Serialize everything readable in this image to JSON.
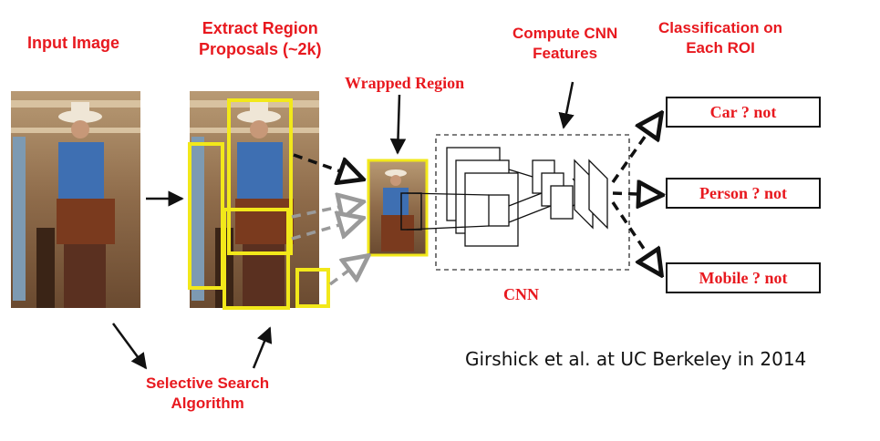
{
  "labels": {
    "input_image": "Input Image",
    "extract_line1": "Extract Region",
    "extract_line2": "Proposals (~2k)",
    "wrapped": "Wrapped Region",
    "compute_line1": "Compute CNN",
    "compute_line2": "Features",
    "classify_line1": "Classification on",
    "classify_line2": "Each ROI",
    "selective_line1": "Selective Search",
    "selective_line2": "Algorithm",
    "cnn": "CNN"
  },
  "outputs": [
    "Car ? not",
    "Person ? not",
    "Mobile ? not"
  ],
  "credit": "Girshick et al. at UC Berkeley in 2014",
  "colors": {
    "label_red": "#e8191f",
    "highlight_yellow": "#f2e81a",
    "arrow_gray": "#9a9a9a",
    "ink": "#111111"
  }
}
